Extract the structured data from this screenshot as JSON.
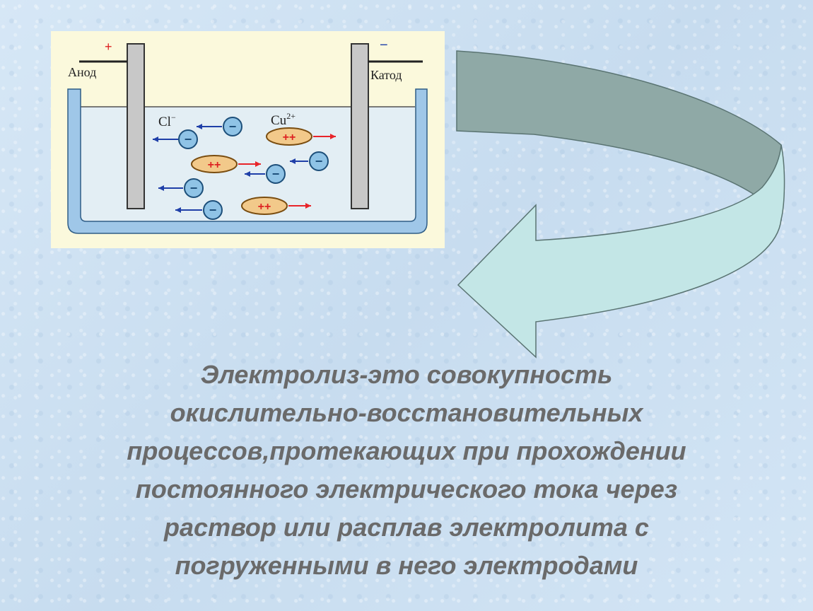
{
  "diagram": {
    "anode_label": "Анод",
    "cathode_label": "Катод",
    "anode_sign": "+",
    "cathode_sign": "−",
    "anion_label": "Cl",
    "anion_charge": "−",
    "cation_label": "Cu",
    "cation_charge": "2+",
    "anion_symbol": "−",
    "cation_symbol": "++",
    "colors": {
      "panel": "#fbf9dc",
      "solution": "#e3eef4",
      "vessel": "#9fc7e8",
      "electrode": "#c8c8c8",
      "anion_fill": "#8fc3e6",
      "cation_fill": "#f2c98a",
      "arrow_blue": "#1f3fa8",
      "arrow_red": "#e8242a"
    }
  },
  "curved_arrow": {
    "colors": {
      "top": "#8fa9a6",
      "bottom": "#c3e6e6",
      "stroke": "#5a7472"
    }
  },
  "definition_lines": [
    "Электролиз-это совокупность",
    "окислительно-восстановительных",
    "процессов,протекающих при прохождении",
    "постоянного электрического тока через",
    "раствор или расплав электролита с",
    "погруженными в него электродами"
  ]
}
